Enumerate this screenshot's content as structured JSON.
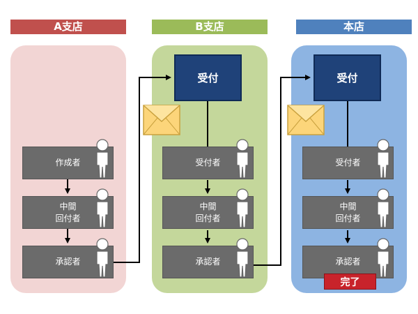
{
  "branches": {
    "a": {
      "title": "A支店",
      "color": "#c0504d",
      "panel_color": "#f2d5d4",
      "steps": [
        "作成者",
        "中間\n回付者",
        "承認者"
      ]
    },
    "b": {
      "title": "B支店",
      "color": "#9bbb59",
      "panel_color": "#c4d79b",
      "receive_label": "受付",
      "steps": [
        "受付者",
        "中間\n回付者",
        "承認者"
      ]
    },
    "hq": {
      "title": "本店",
      "color": "#4f81bd",
      "panel_color": "#95b3d7",
      "receive_label": "受付",
      "steps": [
        "受付者",
        "中間\n回付者",
        "承認者"
      ],
      "complete_label": "完了"
    }
  },
  "icons": {
    "person": "person-icon",
    "envelope": "envelope-icon"
  }
}
